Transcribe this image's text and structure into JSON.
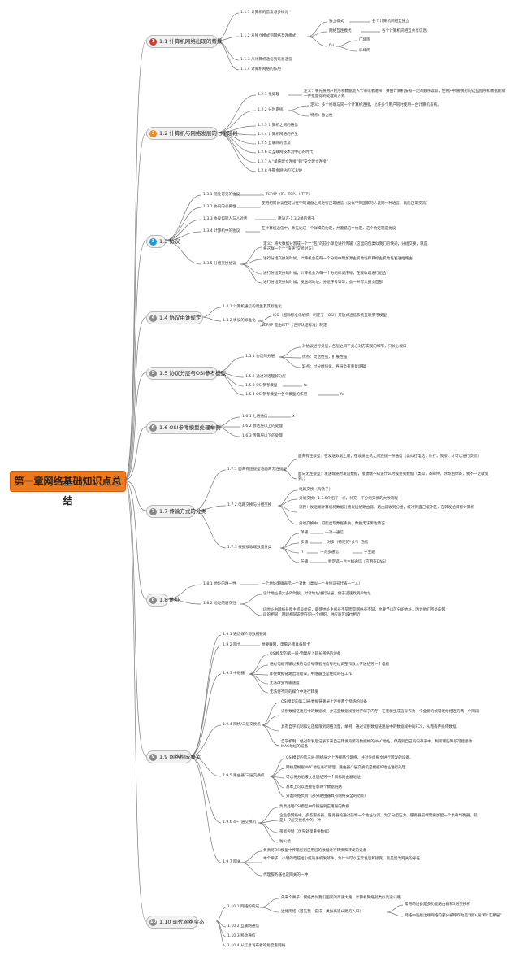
{
  "title": "第一章网络基础知识点总结",
  "colors": {
    "root": "#ee7a1e",
    "line": "#7a7a7a"
  },
  "sections": [
    {
      "num": "1",
      "color": "#d93a2f",
      "label": "1.1 计算机网络出现的背景",
      "items": {
        "i1": "1.1.1 计算机的普及与多样化",
        "i2": "1.1.2 从独立模式到网络互连模式",
        "i3": "1.1.3 从计算机通信到信息通信",
        "i4": "1.1.4 计算机网络的作用"
      },
      "subs": {
        "a": "独立模式",
        "a1": "各个计算机间相互独立",
        "b": "网络互连模式",
        "b1": "各个计算机间相互共享信息",
        "c": "ful",
        "c1": "广域网",
        "c2": "局域网"
      }
    },
    {
      "num": "2",
      "color": "#ec8a1e",
      "label": "1.2 计算机与网络发展的七个阶段",
      "items": {
        "i1": "1.2.1 批处理",
        "i2": "1.2.2 分时系统",
        "i3": "1.2.3 计算机之间的通信",
        "i4": "1.2.4 计算机网络的产生",
        "i5": "1.2.5 互联网的普及",
        "i6": "1.2.6 以互联网技术为中心的时代",
        "i7": "1.2.7 从“单纯建立连接”到“安全建立连接”",
        "i8": "1.2.8 手握金刚钻的TCP/IP"
      },
      "subs": {
        "a": "定义：事先将用户程序和数据装入卡带或者磁带，并由计算机按照一定的顺序读取，使用户所要执行的这些程序和数据能够一并批量得到处理的方式",
        "b": "定义：多个终端与同一个计算机连接，允许多个用户同时使用一台计算机系统。",
        "b1": "特点：独占性"
      }
    },
    {
      "num": "3",
      "color": "#1f9bd7",
      "label": "1.3 协议",
      "items": {
        "i1": "1.3.1 随处可见的协议",
        "i2": "1.3.2 协议的必要性",
        "i3": "1.3.3 协议如同人与人对话",
        "i4": "1.3.4 计算机中的协议",
        "i5": "1.3.5 分组交换协议"
      },
      "subs": {
        "a": "TCP/IP（IP、TCP、HTTP）",
        "b": "使用相同协议在可以在不同设备之间进行正常通信（类似不同国家的人说同一种语言，就能正常交流）",
        "c": "用语言-1.3.2举的例子",
        "d": "在计算机通信中，事先达成一个详细的约定，并遵循这个约定，这个约定就是协议",
        "e1": "定义：将大数据分割成一个个“包”的较小单位进行传输（这里的包类似我们的快递，分组交换，就是将这样一个个“快递”交给对方）",
        "e2": "进行分组交换的时候，计算机会在每一个分组中附加源主机地址和目标主机地址发送给路由",
        "e3": "进行分组交换的时候，计算机会为每一个分组标记序号，在接收端进行组合",
        "e4": "进行分组交换的时候，发送端地址，分组序号等等，会一并写入报文首部"
      }
    },
    {
      "num": "4",
      "color": "#8a8a8a",
      "label": "1.4 协议由谁规定",
      "items": {
        "i1": "1.4.1 计算机通信的诞生及其标准化",
        "i2": "1.4.2 协议的标准化"
      },
      "subs": {
        "a": "ISO（国际标准化组织）制定了（OSI）开放式通信系统互联参考模型",
        "b": "TCP/IP 是由IETF（世界认证标准）制定"
      }
    },
    {
      "num": "5",
      "color": "#8a8a8a",
      "label": "1.5 协议分层与OSI参考模型",
      "items": {
        "i1": "1.5.1 协议的分层",
        "i2": "1.5.2 通过对话理解分层",
        "i3": "1.5.3 OSI参考模型",
        "i4": "1.5.4 OSI参考模型中各个模型的作用"
      },
      "subs": {
        "a1": "对协议进行分层，各层之间不关心对方实现的细节，只关心接口",
        "a2": "优点：灵活性强，扩展性强",
        "a3": "缺点：过分模块化，各层负有重复逻辑",
        "i3v": "fc",
        "i4v": "fc"
      }
    },
    {
      "num": "6",
      "color": "#8a8a8a",
      "label": "1.6 OSI参考模型处理举例",
      "items": {
        "i1": "1.6.1 七层通信",
        "i2": "1.6.2 会话层以上的处理",
        "i3": "1.6.3 传输层以下的处理"
      },
      "subs": {
        "x": "x"
      }
    },
    {
      "num": "7",
      "color": "#8a8a8a",
      "label": "1.7 传输方式的分类",
      "items": {
        "i1": "1.7.1 面向有连接型与面向无连接型",
        "i2": "1.7.2 电路交换与分组交换",
        "i3": "1.7.3 根据接收端数量分类"
      },
      "subs": {
        "a1": "面向有连接型：在发送数据之前，在收发主机之间连接一条通信（类似打电话：你打，我接，才可以进行交流）",
        "a2": "面向无连接型：发送端随时发送数据，接收端不知道什么时候受到数据（类似，寄邮件，你寄由你寄，我不一定收到到。）",
        "b1": "电路交换（淘汰了）",
        "b2": "分组交换：1.3.5介绍了一点，补充一下分组交换的大致流程",
        "b3": "流程：发送端计算机将数据分组发送给路由器，路由器收到分组，缓冲到自己缓冲区，在转发给目标计算机",
        "b4": "分组交换中，可能出现数据丢失，数据无法传达情况",
        "c1": "单播",
        "c1v": "一对一通信",
        "c2": "多播",
        "c2v": "一对多（特定的“多”）通信",
        "c3": "fr",
        "c3v": "一对多通信",
        "c3w": "子主题",
        "c4": "任播",
        "c4v": "特定选一台主机通信（应用在DNS）"
      }
    },
    {
      "num": "8",
      "color": "#8a8a8a",
      "label": "1.8 地址",
      "items": {
        "i1": "1.8.1 地址的唯一性",
        "i2": "1.8.2 地址的层次性"
      },
      "subs": {
        "a": "一个地址明确表示一个对象（类似一个身份证号代表一个人）",
        "b1": "设计地址最大多的时候，对计地址进行分层，便于迅速找到IP地址",
        "b2": "IP地址由网络号和主机号组成，即使地址主机号不同但是网络号不同，也要予以区分IP地址，因为他们所处的网段的相同，网段相同说明在同一个组织、供应商区域也相近"
      }
    },
    {
      "num": "9",
      "color": "#8a8a8a",
      "label": "1.9 网络构成要素",
      "items": {
        "i1": "1.9.1 通信媒介与数据链路",
        "i2": "1.9.2 网卡",
        "i3": "1.9.3 中继器",
        "i4": "1.9.4 网桥/二层交换机",
        "i5": "1.9.5 路由器/三层交换机",
        "i6": "1.9.6 4~7层交换机",
        "i7": "1.9.7 网关"
      },
      "subs": {
        "b": "想要联网，电脑必须具备网卡",
        "c1": "OSI模型的第一层-物理层上延长网络的设备",
        "c2": "通过电缆传输过来的电信号或者光信号经过调整和放大传送给另一个电缆",
        "c3": "即使数据链路出现错误，中继器还是继续的在工作",
        "c4": "无法改变传输速度",
        "c5": "无法将不同的媒介中进行转发",
        "d1": "OSI模型的第二层-数据链路层上连接两个网络的设备",
        "d2": "识别数据链路层中的数据帧，并这些数据帧暂时存储于内存，在重新生成信号作为一个全新的帧转发给相连的两一个网段",
        "d3": "具有自学机制和让还能限制网络流量，举例，通过识别数据链路层中的数据帧中的FCS，从而丢弃损坏数据。",
        "d4": "自学机制：经过转发后记录下来自己转发的所有数据帧的MAC地址，保存到自己的内存表中，判断哪些网段可能接收MAC地址的设备",
        "e1": "OSI模型的第三层-网络层之上连接两个网络，并对分组报文进行转发的设备。",
        "e2": "网桥是根据MAC地址进行处理，路由器/3层交换机是根据IP地址进行处理",
        "e3": "可以将分组报文发送给另一个目标路由器地址",
        "e4": "基本上可以连接任意两个数据链路",
        "e5": "分割网络负荷（部分路由器具有网络安全的功能）",
        "f1": "负责处理OSI模型中传输层到应用层的数据",
        "f2": "企业级网络中，多态服务器，服务器的通过前端一个地址访问，为了分担压力，服务器前端需要加配一个负载均衡器，就是4~7层交换机中的一种",
        "f3": "带宽控制（仿先处理重要数据）",
        "f4": "防火墙",
        "g1": "负责将OSI模型中传输层到应用层的数据进行转换和转发的设备",
        "g2": "举个栗子：小明的电脑给小红的手机发邮件，为什么可以正常发送和接受，就是因为网关的存在",
        "g3": "代理服务器也是网关的一种"
      }
    },
    {
      "num": "10",
      "color": "#8a8a8a",
      "label": "1.10 现代网络实态",
      "items": {
        "i1": "1.10.1 网络的构成",
        "i2": "1.10.2 互联网通信",
        "i3": "1.10.3 移动通信",
        "i4": "1.10.4 从信息发布者的角度看网络"
      },
      "subs": {
        "a1": "先来个栗子：网络类似我们国家的高速大路，计算机网络就类似高速公路",
        "a2": "边缘网络（首先我一说法，类似高速公路的入口）",
        "a3": "常用的设备是多功能路由器和3层交换机",
        "a4": "网络中连接边缘网络的部分被称作为是“接入层”和“汇聚层”"
      }
    }
  ]
}
